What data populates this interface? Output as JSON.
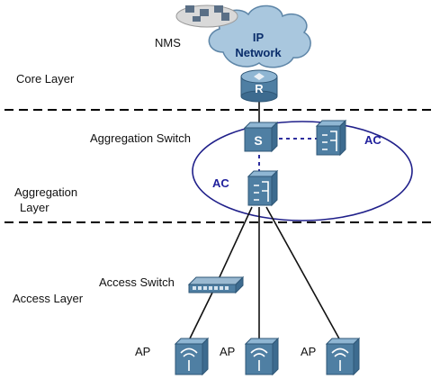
{
  "cloud": {
    "title_line1": "IP",
    "title_line2": "Network"
  },
  "labels": {
    "nms": "NMS",
    "core_layer": "Core Layer",
    "aggregation_switch": "Aggregation Switch",
    "aggregation_layer_line1": "Aggregation",
    "aggregation_layer_line2": "Layer",
    "access_switch": "Access Switch",
    "access_layer": "Access Layer",
    "ac_right": "AC",
    "ac_left": "AC",
    "ap_1": "AP",
    "ap_2": "AP",
    "ap_3": "AP",
    "router_glyph": "R",
    "switch_glyph": "S"
  },
  "colors": {
    "cloud_fill": "#a9c7de",
    "device_blue": "#4f7fa3",
    "ac_label": "#1f1f9c",
    "dashed_link": "#2e2e9e",
    "ellipse_stroke": "#20208a",
    "layer_divider": "#000000"
  },
  "icons": {
    "router": "router-icon",
    "switch": "switch-icon",
    "ac": "access-controller-icon",
    "access_switch": "access-switch-icon",
    "ap": "wireless-ap-icon",
    "nms": "nms-workstations-icon",
    "cloud": "ip-network-cloud"
  }
}
